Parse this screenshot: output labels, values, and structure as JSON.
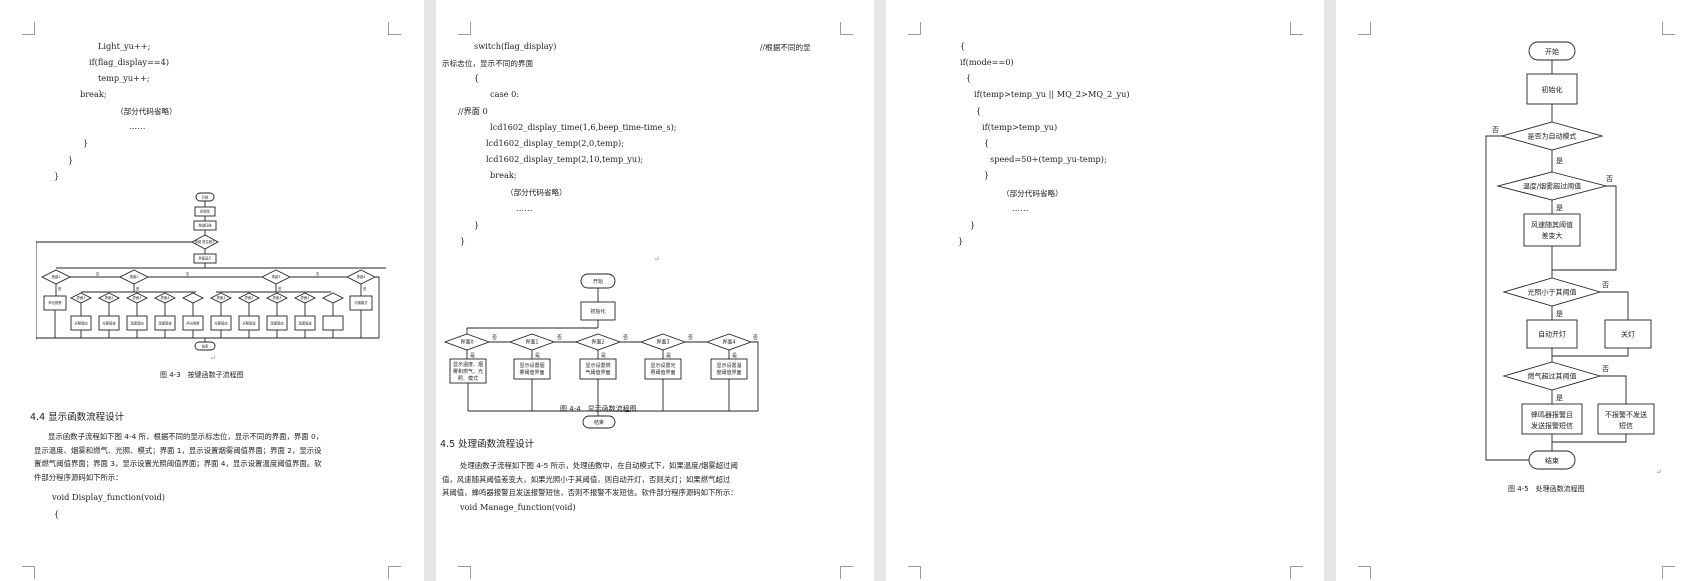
{
  "pages": [
    {
      "code": [
        "Light_yu++;",
        "if(flag_display==4)",
        "temp_yu++;",
        "break;",
        "（部分代码省略）",
        "……",
        "}",
        "}",
        "}"
      ],
      "flowchart_small": {
        "start": "开始",
        "init": "初始化",
        "scan": "按键扫描",
        "key_decision": "按键\n是否按下",
        "show": "界面显示",
        "end": "结束",
        "yes": "是",
        "no": "否",
        "button_nodes": [
          "按键1",
          "按键2",
          "按键3",
          "按键4"
        ],
        "mid_nodes": [
          "界面1",
          "界面2",
          "界面3",
          "界面4",
          "界面1",
          "界面2",
          "界面3",
          "界面4"
        ],
        "leaf_nodes": [
          "声光报警",
          "光照值加",
          "光照值减",
          "温度值加",
          "温度值减",
          "声光报警",
          "光照值加",
          "光照值减",
          "温度值加",
          "温度值减",
          "切换模式"
        ]
      },
      "caption": "图 4-3　按键函数子流程图",
      "heading": "4.4  显示函数流程设计",
      "paragraph": [
        "显示函数子流程如下图 4-4 所，根据不同的显示标志位，显示不同的界面，界面 0，",
        "显示温度、烟雾和燃气、光照、模式；界面 1，显示设置烟雾阈值界面；界面 2，显示设",
        "置燃气阈值界面；界面 3，显示设置光照阈值界面；界面 4，显示设置温度阈值界面。软",
        "件部分程序源码如下所示："
      ],
      "code_after": [
        "void Display_function(void)",
        "{"
      ]
    },
    {
      "code": [
        "switch(flag_display)",
        "//根据不同的显",
        "示标志位，显示不同的界面",
        "{",
        "case 0:",
        "//界面 0",
        "lcd1602_display_time(1,6,beep_time-time_s);",
        "lcd1602_display_temp(2,0,temp);",
        "lcd1602_display_temp(2,10,temp_yu);",
        "break;",
        "（部分代码省略）",
        "……",
        "}",
        "}"
      ],
      "flowchart": {
        "start": "开始",
        "init": "初始化",
        "end": "结束",
        "yes": "是",
        "no": "否",
        "decisions": [
          "界面0",
          "界面1",
          "界面2",
          "界面3",
          "界面4"
        ],
        "boxes": [
          [
            "显示温度、烟",
            "雾和燃气、光",
            "照、模式"
          ],
          [
            "显示设置烟",
            "雾阈值界面"
          ],
          [
            "显示设置燃",
            "气阈值界面"
          ],
          [
            "显示设置光",
            "照阈值界面"
          ],
          [
            "显示设置温",
            "度阈值界面"
          ]
        ]
      },
      "caption": "图 4-4　显示函数流程图",
      "heading": "4.5  处理函数流程设计",
      "paragraph": [
        "处理函数子流程如下图 4-5 所示，处理函数中，在自动模式下，如果温度/烟雾超过阈",
        "值，风速随其阈值差变大，如果光照小于其阈值，则自动开灯，否则关灯；如果燃气超过",
        "其阈值，蜂鸣器报警且发送报警短信，否则不报警不发短信。软件部分程序源码如下所示："
      ],
      "code_after": [
        "void Manage_function(void)"
      ]
    },
    {
      "code": [
        "{",
        "if(mode==0)",
        "{",
        "if(temp>temp_yu || MQ_2>MQ_2_yu)",
        "{",
        "if(temp>temp_yu)",
        "{",
        "speed=50+(temp_yu-temp);",
        "}",
        "（部分代码省略）",
        "……",
        "}",
        "}"
      ]
    },
    {
      "flowchart": {
        "start": "开始",
        "init": "初始化",
        "d_auto": "是否为自动模式",
        "d_temp": "温度/烟雾超过阈值",
        "speed": [
          "风速随其阈值",
          "差变大"
        ],
        "d_light": "光照小于其阈值",
        "on": "自动开灯",
        "off": "关灯",
        "d_gas": "燃气超过其阈值",
        "alarm": [
          "蜂鸣器报警且",
          "发送报警短信"
        ],
        "noalarm": [
          "不报警不发送",
          "短信"
        ],
        "end": "结束",
        "yes": "是",
        "no": "否"
      },
      "caption": "图 4-5　处理函数流程图"
    }
  ]
}
